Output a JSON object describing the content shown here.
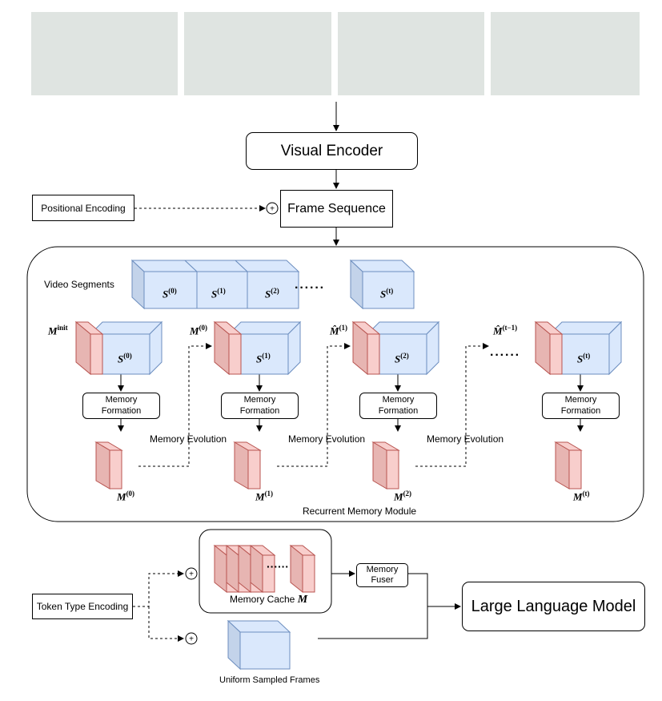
{
  "colors": {
    "memory_fill": "#f8cecc",
    "memory_stroke": "#b85450",
    "segment_fill": "#dae8fc",
    "segment_stroke": "#6c8ebf"
  },
  "photos": [
    "dog-in-sunglasses-with-woman-frame-1",
    "dog-in-sunglasses-with-woman-frame-2",
    "dog-in-sunglasses-with-woman-frame-3",
    "dog-in-sunglasses-with-woman-frame-4"
  ],
  "labels": {
    "visual_encoder": "Visual Encoder",
    "positional_encoding": "Positional Encoding",
    "frame_sequence": "Frame Sequence",
    "video_segments": "Video Segments",
    "ellipsis": "······",
    "memory_formation": [
      "Memory",
      "Formation"
    ],
    "memory_evolution": "Memory Evolution",
    "recurrent_memory_module": "Recurrent Memory Module",
    "memory_cache": "Memory Cache",
    "memory_cache_symbol": "M",
    "memory_fuser": [
      "Memory",
      "Fuser"
    ],
    "token_type_encoding": "Token Type Encoding",
    "uniform_sampled_frames": "Uniform Sampled Frames",
    "large_language_model": "Large Language Model",
    "plus": "+"
  },
  "symbols": {
    "segments_top": [
      {
        "base": "S",
        "sup": "(0)"
      },
      {
        "base": "S",
        "sup": "(1)"
      },
      {
        "base": "S",
        "sup": "(2)"
      },
      {
        "base": "S",
        "sup": "(t)"
      }
    ],
    "input_memory": [
      {
        "base": "M",
        "sup": "init",
        "hat": false
      },
      {
        "base": "M",
        "sup": "(0)",
        "hat": false
      },
      {
        "base": "M̂",
        "sup": "(1)",
        "hat": true
      },
      {
        "base": "M̂",
        "sup": "(t−1)",
        "hat": true
      }
    ],
    "segments_bottom": [
      {
        "base": "S",
        "sup": "(0)"
      },
      {
        "base": "S",
        "sup": "(1)"
      },
      {
        "base": "S",
        "sup": "(2)"
      },
      {
        "base": "S",
        "sup": "(t)"
      }
    ],
    "output_memory": [
      {
        "base": "M",
        "sup": "(0)"
      },
      {
        "base": "M",
        "sup": "(1)"
      },
      {
        "base": "M",
        "sup": "(2)"
      },
      {
        "base": "M",
        "sup": "(t)"
      }
    ]
  }
}
